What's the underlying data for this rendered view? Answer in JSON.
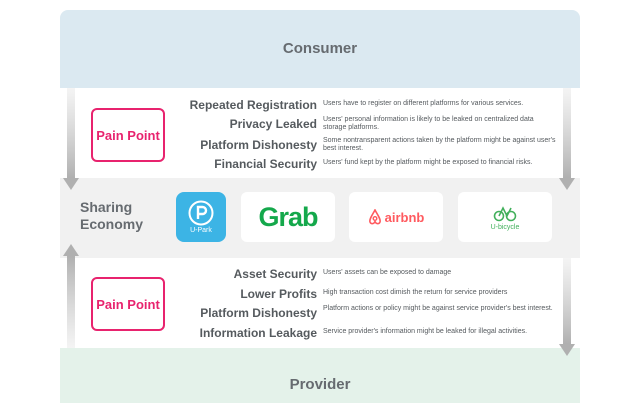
{
  "consumer": {
    "title": "Consumer"
  },
  "provider": {
    "title": "Provider"
  },
  "sharing": {
    "line1": "Sharing",
    "line2": "Economy"
  },
  "pain_point_label": "Pain Point",
  "consumer_pain_points": [
    {
      "label": "Repeated Registration",
      "desc": "Users have to register on different platforms for various services."
    },
    {
      "label": "Privacy Leaked",
      "desc": "Users' personal information is likely to be leaked on centralized data storage platforms."
    },
    {
      "label": "Platform Dishonesty",
      "desc": "Some nontransparent actions taken by the platform might be against user's best interest."
    },
    {
      "label": "Financial Security",
      "desc": "Users' fund kept by the platform might be exposed to financial risks."
    }
  ],
  "provider_pain_points": [
    {
      "label": "Asset Security",
      "desc": "Users' assets can be exposed to damage"
    },
    {
      "label": "Lower Profits",
      "desc": "High transaction cost dimish the return for service providers"
    },
    {
      "label": "Platform Dishonesty",
      "desc": "Platform actions or policy might be against service provider's best interest."
    },
    {
      "label": "Information Leakage",
      "desc": "Service provider's information might be leaked for illegal activities."
    }
  ],
  "logos": {
    "upark": "U-Park",
    "grab": "Grab",
    "airbnb": "airbnb",
    "ubicycle": "U-bicycle"
  },
  "colors": {
    "accent": "#e8236e",
    "consumer_band": "#dbe9f1",
    "provider_band": "#e4f2ea",
    "grab_green": "#14a84b",
    "airbnb_red": "#ff5a5f",
    "ubicycle_green": "#43b05c",
    "upark_blue": "#3cb4e5"
  }
}
